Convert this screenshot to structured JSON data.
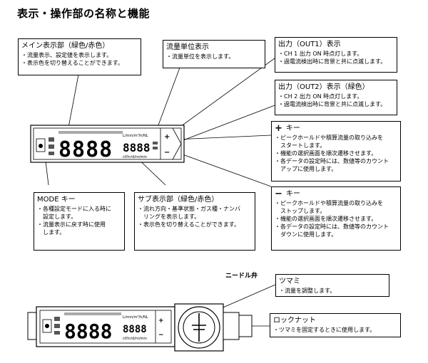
{
  "title": "表示・操作部の名称と機能",
  "boxes": {
    "main_display": {
      "title": "メイン表示部（緑色/赤色）",
      "lines": [
        "・流量表示、設定値を表示します。",
        "・表示色を切り替えることができます。"
      ]
    },
    "flow_unit": {
      "title": "流量単位表示",
      "lines": [
        "・流量単位を表示します。"
      ]
    },
    "out1": {
      "title": "出力（OUT1）表示",
      "lines": [
        "・CH 1 出力 ON 時点灯します。",
        "・過電流検出時に背景と共に点滅します。"
      ]
    },
    "out2": {
      "title": "出力（OUT2）表示（緑色）",
      "lines": [
        "・CH 2 出力 ON 時点灯します。",
        "・過電流検出時に背景と共に点滅します。"
      ]
    },
    "plus_key": {
      "symbol": "+",
      "title": "キー",
      "lines": [
        "・ピークホールドや積算流量の取り込みを",
        "　スタートします。",
        "・機能の選択画面を順次遷移させます。",
        "・各データの設定時には、数値等のカウント",
        "　アップに使用します。"
      ]
    },
    "minus_key": {
      "symbol": "−",
      "title": "キー",
      "lines": [
        "・ピークホールドや積算流量の取り込みを",
        "　ストップします。",
        "・機能の選択画面を順次遷移させます。",
        "・各データの設定時には、数値等のカウント",
        "　ダウンに使用します。"
      ]
    },
    "mode_key": {
      "title": "MODE キー",
      "lines": [
        "・各種設定モードに入る時に",
        "　設定します。",
        "・流量表示に戻す時に使用",
        "　します。"
      ]
    },
    "sub_display": {
      "title": "サブ表示部（緑色/赤色）",
      "lines": [
        "・流れ方向・基準状態・ガス種・ナンバ",
        "　リングを表示します。",
        "・表示色を切り替えることができます。"
      ]
    },
    "knob": {
      "title": "ツマミ",
      "lines": [
        "・流量を調整します。"
      ]
    },
    "lock_nut": {
      "title": "ロックナット",
      "lines": [
        "・ツマミを固定するときに使用します。"
      ]
    }
  },
  "needle_valve_label": "ニードル弁",
  "device": {
    "main_digits": "8888",
    "sub_digits": "8888",
    "unit_top": "L/min/m³/h/NL",
    "unit_bottom": "cf/hr/d/m/min"
  }
}
